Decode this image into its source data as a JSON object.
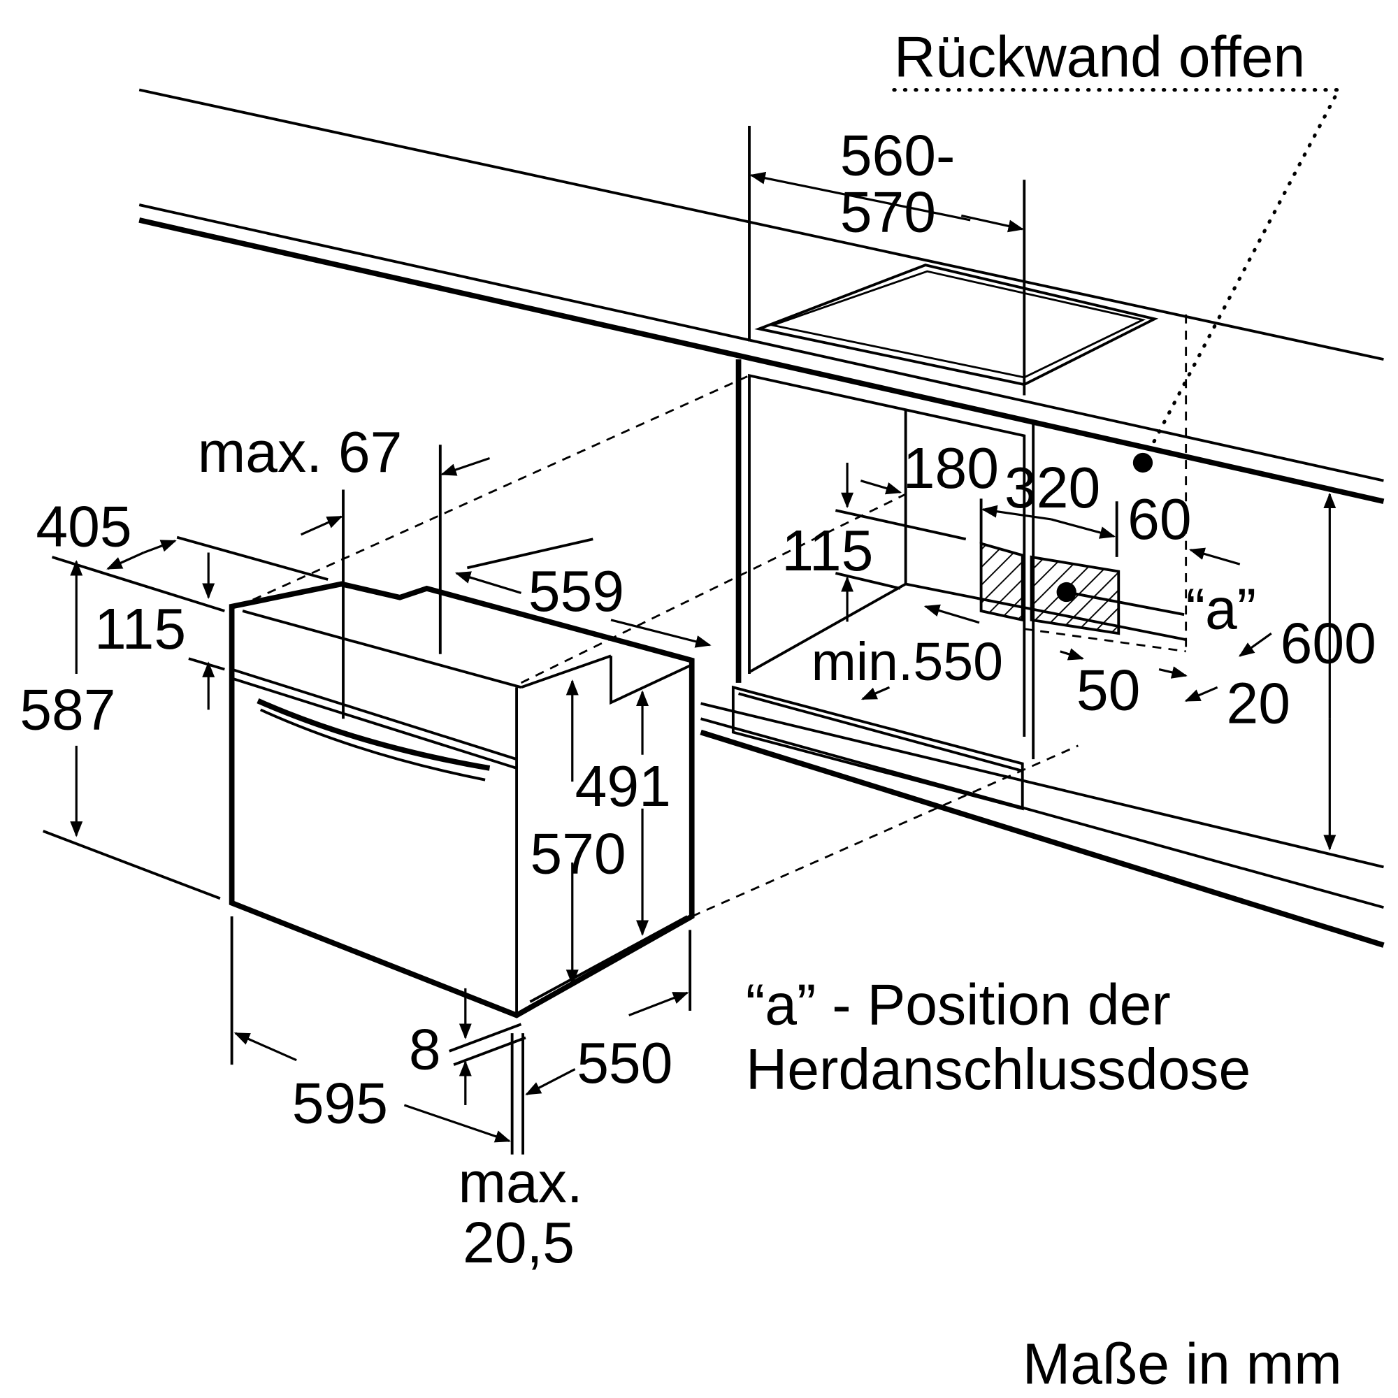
{
  "title": "Einbauzeichnung Backofen",
  "notes": {
    "back_wall": "Rückwand offen",
    "position_a_line1": "“a” - Position der",
    "position_a_line2": "Herdanschlussdose",
    "units": "Maße in mm"
  },
  "dimensions": {
    "niche_width_a": "560-",
    "niche_width_b": "570",
    "max_67": "max. 67",
    "d_405": "405",
    "d_115_left": "115",
    "d_587": "587",
    "d_559": "559",
    "d_491": "491",
    "d_570": "570",
    "d_8": "8",
    "d_550": "550",
    "d_595": "595",
    "max_20_5_a": "max.",
    "max_20_5_b": "20,5",
    "d_180": "180",
    "d_320": "320",
    "d_115_right": "115",
    "d_60": "60",
    "a_marker": "“a”",
    "d_600": "600",
    "min_550": "min.550",
    "d_50": "50",
    "d_20": "20"
  }
}
